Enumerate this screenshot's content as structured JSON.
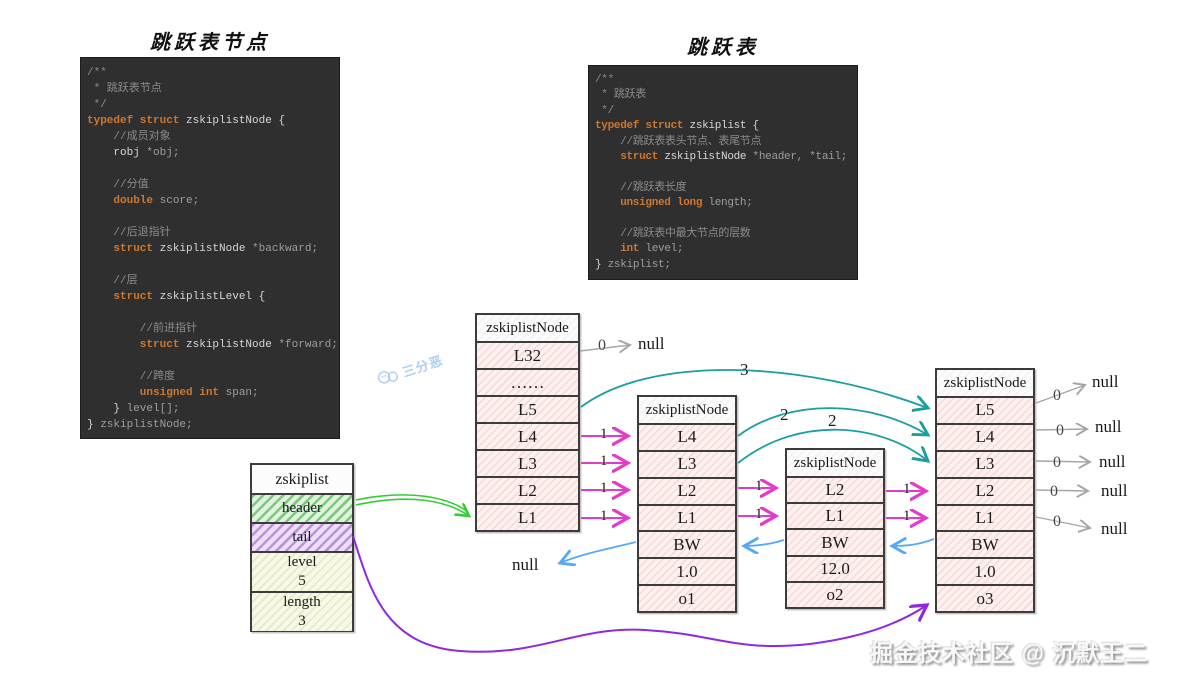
{
  "code_blocks": [
    {
      "title": "跳跃表节点",
      "lines": [
        [
          {
            "t": "/**",
            "c": "cm"
          }
        ],
        [
          {
            "t": " * 跳跃表节点",
            "c": "cm"
          }
        ],
        [
          {
            "t": " */",
            "c": "cm"
          }
        ],
        [
          {
            "t": "typedef struct",
            "c": "kw"
          },
          {
            "t": " zskiplistNode {",
            "c": "id"
          }
        ],
        [
          {
            "t": "    //成员对象",
            "c": "cm"
          }
        ],
        [
          {
            "t": "    robj ",
            "c": "id"
          },
          {
            "t": "*obj;",
            "c": "var"
          }
        ],
        [],
        [
          {
            "t": "    //分值",
            "c": "cm"
          }
        ],
        [
          {
            "t": "    double",
            "c": "kw"
          },
          {
            "t": " score;",
            "c": "var"
          }
        ],
        [],
        [
          {
            "t": "    //后退指针",
            "c": "cm"
          }
        ],
        [
          {
            "t": "    struct",
            "c": "kw"
          },
          {
            "t": " zskiplistNode ",
            "c": "id"
          },
          {
            "t": "*backward;",
            "c": "var"
          }
        ],
        [],
        [
          {
            "t": "    //层",
            "c": "cm"
          }
        ],
        [
          {
            "t": "    struct",
            "c": "kw"
          },
          {
            "t": " zskiplistLevel {",
            "c": "id"
          }
        ],
        [],
        [
          {
            "t": "        //前进指针",
            "c": "cm"
          }
        ],
        [
          {
            "t": "        struct",
            "c": "kw"
          },
          {
            "t": " zskiplistNode ",
            "c": "id"
          },
          {
            "t": "*forward;",
            "c": "var"
          }
        ],
        [],
        [
          {
            "t": "        //跨度",
            "c": "cm"
          }
        ],
        [
          {
            "t": "        unsigned int",
            "c": "kw"
          },
          {
            "t": " span;",
            "c": "var"
          }
        ],
        [
          {
            "t": "    } ",
            "c": "id"
          },
          {
            "t": "level[];",
            "c": "var"
          }
        ],
        [
          {
            "t": "} ",
            "c": "id"
          },
          {
            "t": "zskiplistNode;",
            "c": "var"
          }
        ]
      ]
    },
    {
      "title": "跳跃表",
      "lines": [
        [
          {
            "t": "/**",
            "c": "cm"
          }
        ],
        [
          {
            "t": " * 跳跃表",
            "c": "cm"
          }
        ],
        [
          {
            "t": " */",
            "c": "cm"
          }
        ],
        [
          {
            "t": "typedef struct",
            "c": "kw"
          },
          {
            "t": " zskiplist {",
            "c": "id"
          }
        ],
        [
          {
            "t": "    //跳跃表表头节点、表尾节点",
            "c": "cm"
          }
        ],
        [
          {
            "t": "    struct",
            "c": "kw"
          },
          {
            "t": " zskiplistNode ",
            "c": "id"
          },
          {
            "t": "*header, *tail;",
            "c": "var"
          }
        ],
        [],
        [
          {
            "t": "    //跳跃表长度",
            "c": "cm"
          }
        ],
        [
          {
            "t": "    unsigned long",
            "c": "kw"
          },
          {
            "t": " length;",
            "c": "var"
          }
        ],
        [],
        [
          {
            "t": "    //跳跃表中最大节点的层数",
            "c": "cm"
          }
        ],
        [
          {
            "t": "    int",
            "c": "kw"
          },
          {
            "t": " level;",
            "c": "var"
          }
        ],
        [
          {
            "t": "} ",
            "c": "id"
          },
          {
            "t": "zskiplist;",
            "c": "var"
          }
        ]
      ]
    }
  ],
  "zskiplist_box": {
    "title": "zskiplist",
    "header_label": "header",
    "tail_label": "tail",
    "level_label": "level",
    "level_value": "5",
    "length_label": "length",
    "length_value": "3"
  },
  "nodes": [
    {
      "title": "zskiplistNode",
      "rows": [
        "L32",
        "……",
        "L5",
        "L4",
        "L3",
        "L2",
        "L1"
      ]
    },
    {
      "title": "zskiplistNode",
      "rows": [
        "L4",
        "L3",
        "L2",
        "L1",
        "BW",
        "1.0",
        "o1"
      ]
    },
    {
      "title": "zskiplistNode",
      "rows": [
        "L2",
        "L1",
        "BW",
        "12.0",
        "o2"
      ]
    },
    {
      "title": "zskiplistNode",
      "rows": [
        "L5",
        "L4",
        "L3",
        "L2",
        "L1",
        "BW",
        "1.0",
        "o3"
      ]
    }
  ],
  "labels": {
    "zero": "0",
    "one": "1",
    "two": "2",
    "three": "3",
    "null": "null"
  },
  "watermarks": {
    "center_text": "三分恶",
    "bottom_text": "掘金技术社区 @ 沉默王二"
  },
  "colors": {
    "code_bg": "#2f2f2f",
    "keyword": "#cc7832",
    "comment": "#8b8b8b",
    "arrow_gray": "#a6a6a6",
    "arrow_magenta": "#e33bc9",
    "arrow_teal": "#1b9e9e",
    "arrow_blue": "#55a9f7",
    "arrow_green": "#33cc33",
    "arrow_purple": "#9128e0",
    "row_pink": "#fdf1f0",
    "header_green": "#dff3df",
    "tail_purple": "#ecdff7",
    "pale_yellow": "#f7f9e6"
  }
}
